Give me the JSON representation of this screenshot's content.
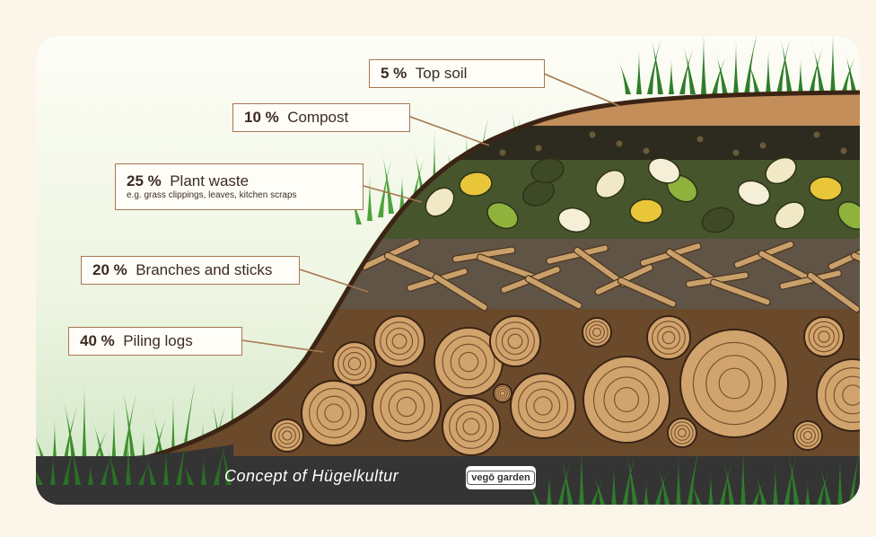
{
  "layers": [
    {
      "id": "top-soil",
      "percent": "5 %",
      "label": "Top soil",
      "sub": ""
    },
    {
      "id": "compost",
      "percent": "10 %",
      "label": "Compost",
      "sub": ""
    },
    {
      "id": "plant-waste",
      "percent": "25 %",
      "label": "Plant waste",
      "sub": "e.g. grass clippings, leaves, kitchen scraps"
    },
    {
      "id": "branches",
      "percent": "20 %",
      "label": "Branches and sticks",
      "sub": ""
    },
    {
      "id": "logs",
      "percent": "40 %",
      "label": "Piling logs",
      "sub": ""
    }
  ],
  "footer": {
    "title": "Concept of Hügelkultur",
    "logo_text": "vegō garden"
  },
  "colors": {
    "top_soil": "#c48e5a",
    "compost": "#2d2a1f",
    "plant_waste": "#47552d",
    "branches": "#5f5446",
    "logs_bg": "#6b4a2c",
    "wood": "#d2a46d",
    "wood_ring": "#7a5230",
    "ground": "#333333",
    "grass": "#2f7d2c",
    "label_border": "#a7774f"
  }
}
